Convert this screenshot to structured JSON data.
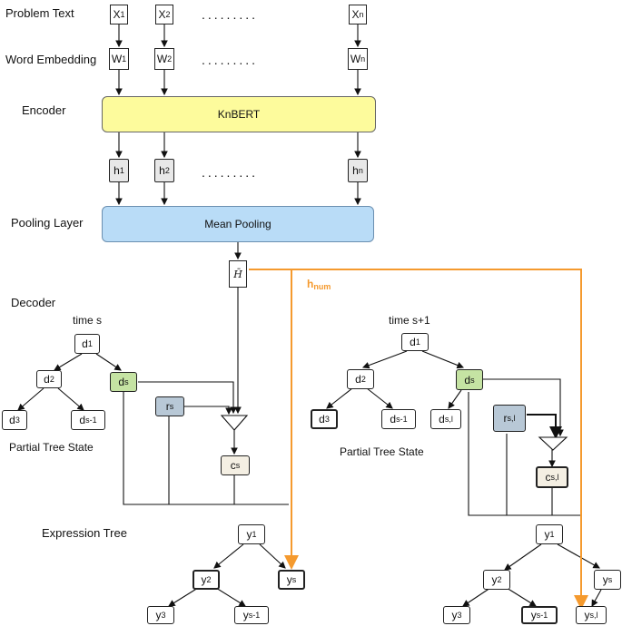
{
  "labels": {
    "problem_text": "Problem Text",
    "word_embedding": "Word Embedding",
    "encoder": "Encoder",
    "pooling_layer": "Pooling Layer",
    "decoder": "Decoder",
    "expression_tree": "Expression Tree",
    "time_s": "time s",
    "time_s1": "time s+1",
    "partial_tree_left": "Partial Tree State",
    "partial_tree_right": "Partial Tree State"
  },
  "blocks": {
    "encoder": "KnBERT",
    "pooling": "Mean Pooling"
  },
  "tokens": {
    "x": [
      {
        "b": "X",
        "s": "1"
      },
      {
        "b": "X",
        "s": "2"
      },
      {
        "b": "X",
        "s": "n"
      }
    ],
    "w": [
      {
        "b": "W",
        "s": "1"
      },
      {
        "b": "W",
        "s": "2"
      },
      {
        "b": "W",
        "s": "n"
      }
    ],
    "h": [
      {
        "b": "h",
        "s": "1"
      },
      {
        "b": "h",
        "s": "2"
      },
      {
        "b": "h",
        "s": "n"
      }
    ],
    "dots": "........."
  },
  "hbar": "H̄",
  "hnum": {
    "b": "h",
    "s": "num"
  },
  "left_tree": {
    "d1": {
      "b": "d",
      "s": "1"
    },
    "d2": {
      "b": "d",
      "s": "2"
    },
    "ds": {
      "b": "d",
      "s": "s"
    },
    "d3": {
      "b": "d",
      "s": "3"
    },
    "ds1": {
      "b": "d",
      "s": "s-1"
    },
    "rs": {
      "b": "r",
      "s": "s"
    },
    "cs": {
      "b": "c",
      "s": "s"
    }
  },
  "right_tree": {
    "d1": {
      "b": "d",
      "s": "1"
    },
    "d2": {
      "b": "d",
      "s": "2"
    },
    "ds": {
      "b": "d",
      "s": "s"
    },
    "d3": {
      "b": "d",
      "s": "3"
    },
    "ds1": {
      "b": "d",
      "s": "s-1"
    },
    "dsl": {
      "b": "d",
      "s": "s,l"
    },
    "rsl": {
      "b": "r",
      "s": "s,l"
    },
    "csl": {
      "b": "c",
      "s": "s,l"
    }
  },
  "expr_left": {
    "y1": {
      "b": "y",
      "s": "1"
    },
    "y2": {
      "b": "y",
      "s": "2"
    },
    "ys": {
      "b": "y",
      "s": "s"
    },
    "y3": {
      "b": "y",
      "s": "3"
    },
    "ys1": {
      "b": "y",
      "s": "s-1"
    }
  },
  "expr_right": {
    "y1": {
      "b": "y",
      "s": "1"
    },
    "y2": {
      "b": "y",
      "s": "2"
    },
    "ys": {
      "b": "y",
      "s": "s"
    },
    "y3": {
      "b": "y",
      "s": "3"
    },
    "ys1": {
      "b": "y",
      "s": "s-1"
    },
    "ysl": {
      "b": "y",
      "s": "s,l"
    }
  },
  "colors": {
    "encoder": "#fdfb9c",
    "pooling": "#b9dcf7",
    "highlight_node": "#c5e3a3",
    "rs_node": "#b8c8d6",
    "cs_node": "#f4efe3",
    "hnum_line": "#f59a2e"
  }
}
